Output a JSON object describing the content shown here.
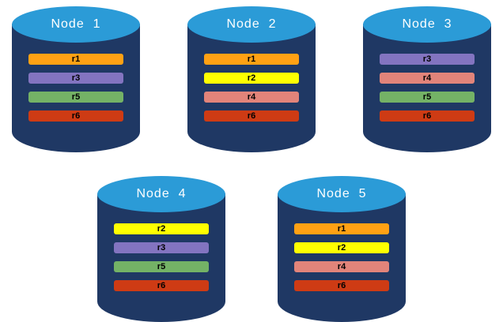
{
  "style": {
    "cylinder_body": "#1F3864",
    "cylinder_top": "#2B9BD7"
  },
  "nodes": [
    {
      "title": "Node  1",
      "replicas": [
        {
          "label": "r1",
          "color": "#FFA114"
        },
        {
          "label": "r3",
          "color": "#8374C0"
        },
        {
          "label": "r5",
          "color": "#74B266"
        },
        {
          "label": "r6",
          "color": "#CE3B14"
        }
      ]
    },
    {
      "title": "Node  2",
      "replicas": [
        {
          "label": "r1",
          "color": "#FFA114"
        },
        {
          "label": "r2",
          "color": "#FFFF00"
        },
        {
          "label": "r4",
          "color": "#E2847A"
        },
        {
          "label": "r6",
          "color": "#CE3B14"
        }
      ]
    },
    {
      "title": "Node  3",
      "replicas": [
        {
          "label": "r3",
          "color": "#8374C0"
        },
        {
          "label": "r4",
          "color": "#E2847A"
        },
        {
          "label": "r5",
          "color": "#74B266"
        },
        {
          "label": "r6",
          "color": "#CE3B14"
        }
      ]
    },
    {
      "title": "Node  4",
      "replicas": [
        {
          "label": "r2",
          "color": "#FFFF00"
        },
        {
          "label": "r3",
          "color": "#8374C0"
        },
        {
          "label": "r5",
          "color": "#74B266"
        },
        {
          "label": "r6",
          "color": "#CE3B14"
        }
      ]
    },
    {
      "title": "Node  5",
      "replicas": [
        {
          "label": "r1",
          "color": "#FFA114"
        },
        {
          "label": "r2",
          "color": "#FFFF00"
        },
        {
          "label": "r4",
          "color": "#E2847A"
        },
        {
          "label": "r6",
          "color": "#CE3B14"
        }
      ]
    }
  ]
}
